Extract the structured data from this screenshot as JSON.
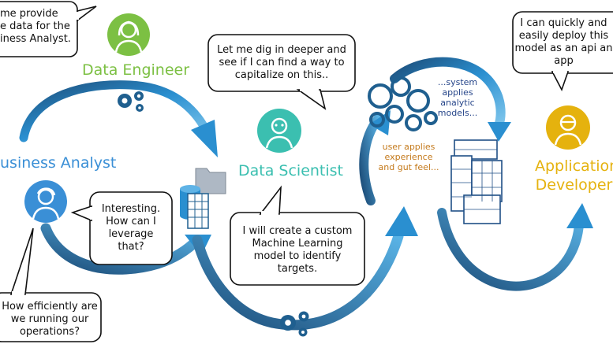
{
  "bubbles": {
    "top_left": "me provide\ne data for the\niness Analyst.",
    "data_scientist": "Let me dig in deeper and\nsee if I can find a way to\ncapitalize on this..",
    "developer": "I can quickly and\neasily deploy this\nmodel as an api an\napp",
    "interesting": "Interesting.\nHow can I\nleverage\nthat?",
    "custom_model": "I will create a custom\nMachine Learning\nmodel to identify\ntargets.",
    "efficiency": "How efficiently are\nwe running our\noperations?"
  },
  "roles": {
    "data_engineer": "Data Engineer",
    "business_analyst": "usiness Analyst",
    "data_scientist": "Data Scientist",
    "app_developer_1": "Application",
    "app_developer_2": "Developer"
  },
  "notes": {
    "system": "...system\napplies\nanalytic\nmodels...",
    "user": "user applies\nexperience\nand gut feel..."
  },
  "colors": {
    "data_engineer": "#7cc043",
    "business_analyst": "#3a8fd6",
    "data_scientist": "#3bbfb0",
    "developer": "#e5b20e",
    "arrow": "#2a8fd0",
    "gear": "#1f5f8f"
  },
  "icons": [
    "gear-icon",
    "person-icon",
    "folder-icon",
    "database-icon",
    "server-icon"
  ]
}
